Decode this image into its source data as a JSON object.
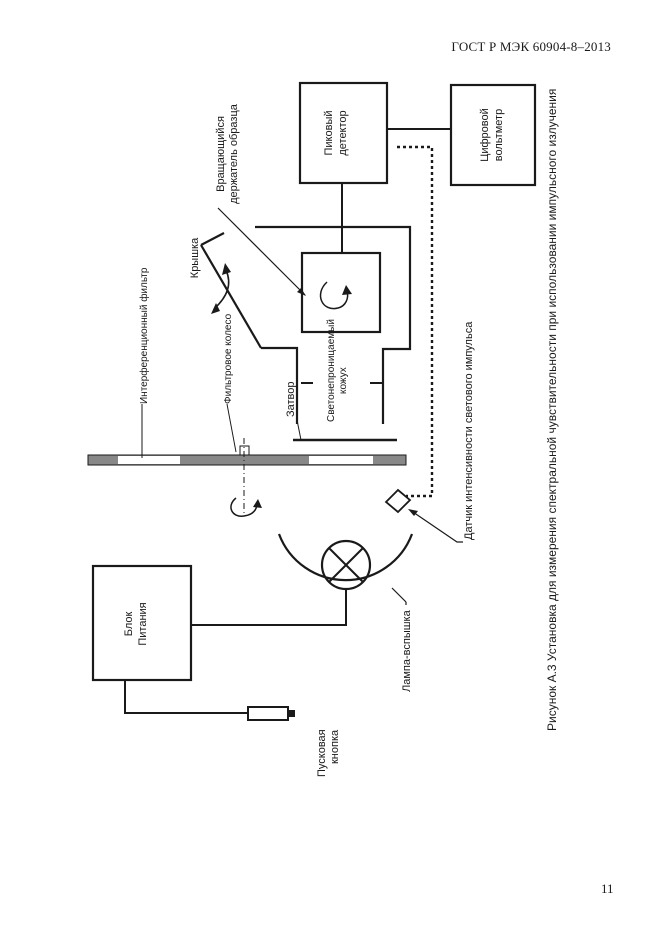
{
  "header": {
    "standard": "ГОСТ Р МЭК 60904-8–2013"
  },
  "page_number": "11",
  "figure": {
    "caption": "Рисунок А.3 Установка для измерения спектральной чувствительности при использовании импульсного излучения",
    "labels": {
      "peak_detector_1": "Пиковый",
      "peak_detector_2": "детектор",
      "voltmeter_1": "Цифровой",
      "voltmeter_2": "вольтметр",
      "holder_1": "Вращающийся",
      "holder_2": "держатель образца",
      "lid": "Крышка",
      "interference_filter": "Интерференционный фильтр",
      "filter_wheel": "Фильтровое колесо",
      "shutter": "Затвор",
      "housing_1": "Светонепроницаемый",
      "housing_2": "кожух",
      "intensity_sensor": "Датчик интенсивности светового импульса",
      "power_1": "Блок",
      "power_2": "Питания",
      "flash_lamp": "Лампа-вспышка",
      "button_1": "Пусковая",
      "button_2": "кнопка"
    }
  }
}
